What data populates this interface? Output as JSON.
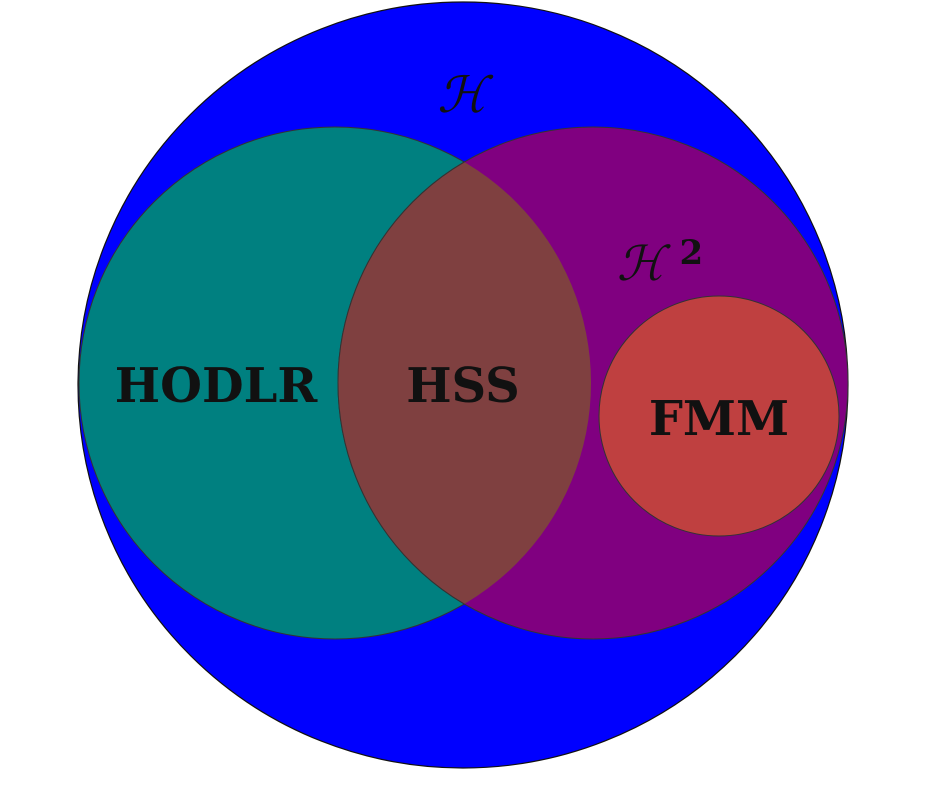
{
  "diagram": {
    "type": "venn",
    "sets": {
      "h_matrices": {
        "label": "ℋ",
        "color": "#0000ff"
      },
      "hodlr": {
        "label": "HODLR",
        "color": "#008080"
      },
      "h2_matrices": {
        "label_base": "ℋ",
        "label_exponent": "2",
        "color": "#800080"
      },
      "hss": {
        "label": "HSS",
        "color": "#7f4040"
      },
      "fmm": {
        "label": "FMM",
        "color": "#bf4040"
      }
    }
  }
}
